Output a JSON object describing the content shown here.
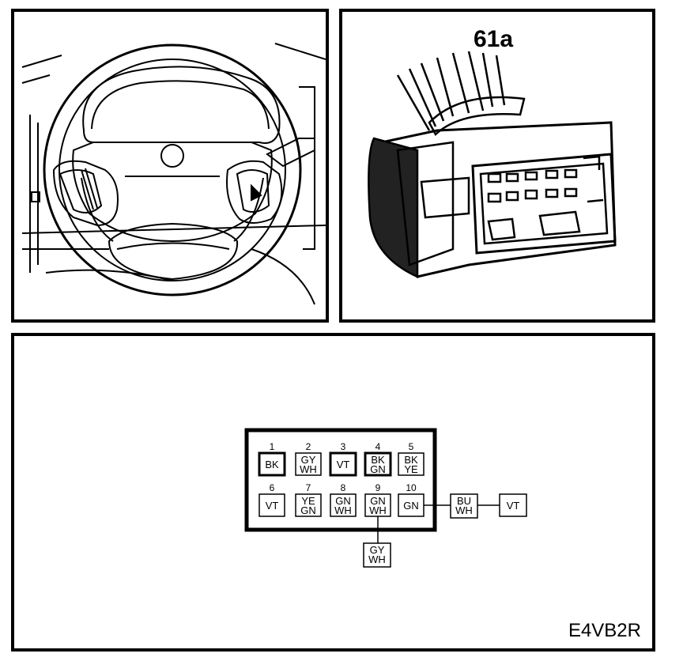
{
  "connector_label": "61a",
  "figure_code": "E4VB2R",
  "pins": [
    {
      "num": "1",
      "colors": [
        "BK"
      ],
      "bold": true
    },
    {
      "num": "2",
      "colors": [
        "GY",
        "WH"
      ],
      "bold": false
    },
    {
      "num": "3",
      "colors": [
        "VT"
      ],
      "bold": true
    },
    {
      "num": "4",
      "colors": [
        "BK",
        "GN"
      ],
      "bold": true
    },
    {
      "num": "5",
      "colors": [
        "BK",
        "YE"
      ],
      "bold": false
    },
    {
      "num": "6",
      "colors": [
        "VT"
      ],
      "bold": false
    },
    {
      "num": "7",
      "colors": [
        "YE",
        "GN"
      ],
      "bold": false
    },
    {
      "num": "8",
      "colors": [
        "GN",
        "WH"
      ],
      "bold": false
    },
    {
      "num": "9",
      "colors": [
        "GN",
        "WH"
      ],
      "bold": false
    },
    {
      "num": "10",
      "colors": [
        "GN"
      ],
      "bold": false
    }
  ],
  "external_wires": [
    {
      "id": "ext-bu-wh",
      "colors": [
        "BU",
        "WH"
      ]
    },
    {
      "id": "ext-vt",
      "colors": [
        "VT"
      ]
    },
    {
      "id": "ext-gy-wh",
      "colors": [
        "GY",
        "WH"
      ]
    }
  ]
}
